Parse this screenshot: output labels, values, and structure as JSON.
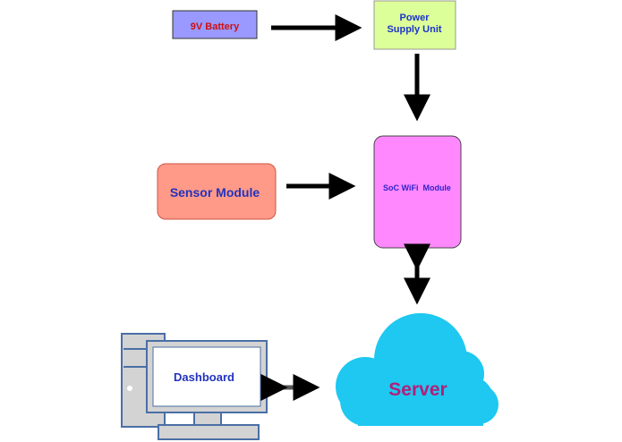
{
  "blocks": {
    "battery": {
      "label": "9V Battery",
      "fill": "#9999ff",
      "text_color": "#cc1111"
    },
    "power_supply": {
      "line1": "Power",
      "line2": "Supply Unit",
      "fill": "#ddff99",
      "text_color": "#1a33cc"
    },
    "sensor": {
      "label": "Sensor Module",
      "fill": "#ff9988",
      "text_color": "#2233bb"
    },
    "soc": {
      "label": "SoC WiFi  Module",
      "fill": "#ff88ff",
      "text_color": "#3322cc"
    },
    "dashboard": {
      "label": "Dashboard",
      "text_color": "#2233bb"
    },
    "server": {
      "label": "Server",
      "fill": "#1ec8f0",
      "text_color": "#b0207a"
    }
  },
  "icons": {
    "computer": "desktop-computer-icon",
    "cloud": "cloud-icon"
  }
}
